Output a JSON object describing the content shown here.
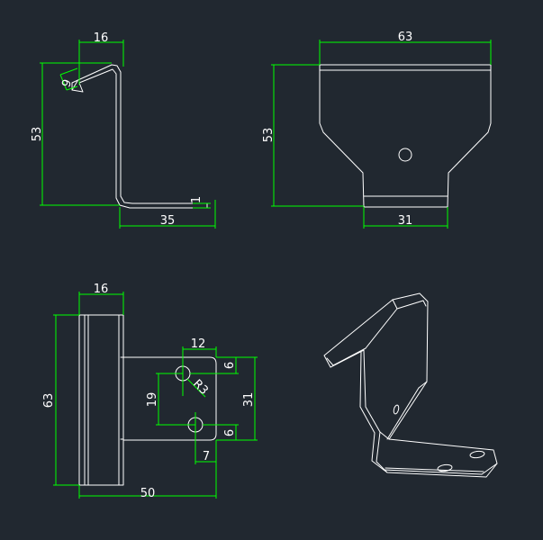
{
  "colors": {
    "background": "#212830",
    "geometry": "#ffffff",
    "dimension_lines": "#00ff00",
    "dimension_text": "#ffffff"
  },
  "views": {
    "side": {
      "dims": {
        "top_width": "16",
        "height": "53",
        "lip": "9",
        "base_width": "35",
        "thickness": "1"
      }
    },
    "front": {
      "dims": {
        "top_width": "63",
        "height": "53",
        "bottom_width": "31"
      }
    },
    "plan": {
      "dims": {
        "flange_width": "16",
        "overall_height": "63",
        "overall_width": "50",
        "hole_offset_x": "12",
        "hole_spacing": "19",
        "hole_top_offset": "6",
        "hole_bottom_offset": "6",
        "tab_height": "31",
        "radius": "R3",
        "hole_edge_offset": "7"
      }
    },
    "isometric": {}
  }
}
